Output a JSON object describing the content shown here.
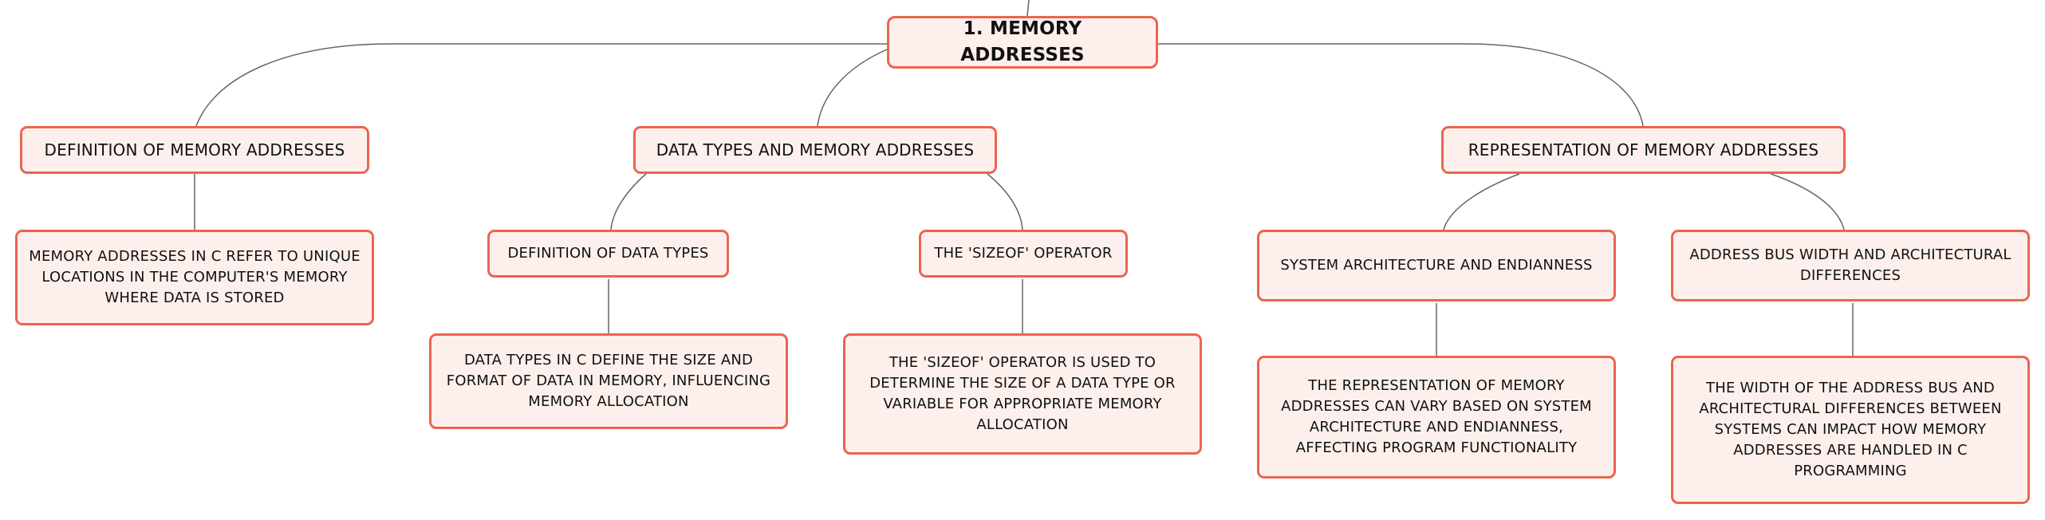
{
  "root": {
    "label": "1. MEMORY ADDRESSES"
  },
  "branches": [
    {
      "label": "DEFINITION OF MEMORY ADDRESSES",
      "detail": "MEMORY ADDRESSES IN C REFER TO UNIQUE LOCATIONS IN THE COMPUTER'S MEMORY WHERE DATA IS STORED"
    },
    {
      "label": "DATA TYPES AND MEMORY ADDRESSES",
      "children": [
        {
          "label": "DEFINITION OF DATA TYPES",
          "detail": "DATA TYPES IN C DEFINE THE SIZE AND FORMAT OF DATA IN MEMORY, INFLUENCING MEMORY ALLOCATION"
        },
        {
          "label": "THE 'SIZEOF' OPERATOR",
          "detail": "THE 'SIZEOF' OPERATOR IS USED TO DETERMINE THE SIZE OF A DATA TYPE OR VARIABLE FOR APPROPRIATE MEMORY ALLOCATION"
        }
      ]
    },
    {
      "label": "REPRESENTATION OF MEMORY ADDRESSES",
      "children": [
        {
          "label": "SYSTEM ARCHITECTURE AND ENDIANNESS",
          "detail": "THE REPRESENTATION OF MEMORY ADDRESSES CAN VARY BASED ON SYSTEM ARCHITECTURE AND ENDIANNESS, AFFECTING PROGRAM FUNCTIONALITY"
        },
        {
          "label": "ADDRESS BUS WIDTH AND ARCHITECTURAL DIFFERENCES",
          "detail": "THE WIDTH OF THE ADDRESS BUS AND ARCHITECTURAL DIFFERENCES BETWEEN SYSTEMS CAN IMPACT HOW MEMORY ADDRESSES ARE HANDLED IN C PROGRAMMING"
        }
      ]
    }
  ],
  "colors": {
    "node_fill": "#fdf0ec",
    "node_border": "#ec6450",
    "connector": "#666666"
  }
}
